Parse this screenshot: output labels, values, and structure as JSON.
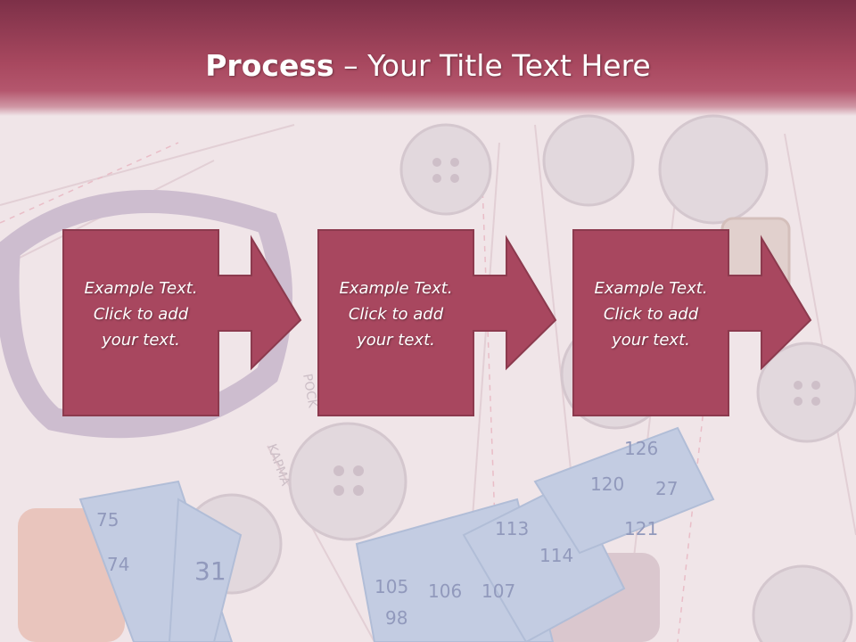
{
  "title": {
    "bold": "Process",
    "rest": " – Your Title Text Here"
  },
  "steps": [
    {
      "text": "Example Text.\nClick  to add\nyour text."
    },
    {
      "text": "Example Text.\nClick  to add\nyour text."
    },
    {
      "text": "Example Text.\nClick  to add\nyour text."
    }
  ],
  "tape_labels": [
    "75",
    "74",
    "31",
    "105",
    "106",
    "107",
    "113",
    "114",
    "120",
    "121",
    "126",
    "27",
    "98"
  ],
  "background_text": [
    "KAPMA",
    "POCK"
  ],
  "colors": {
    "accent": "#a8475f",
    "accent_dark": "#7d3048",
    "box_border": "#8c3a4e",
    "tape": "#a9bede",
    "text": "#ffffff"
  }
}
